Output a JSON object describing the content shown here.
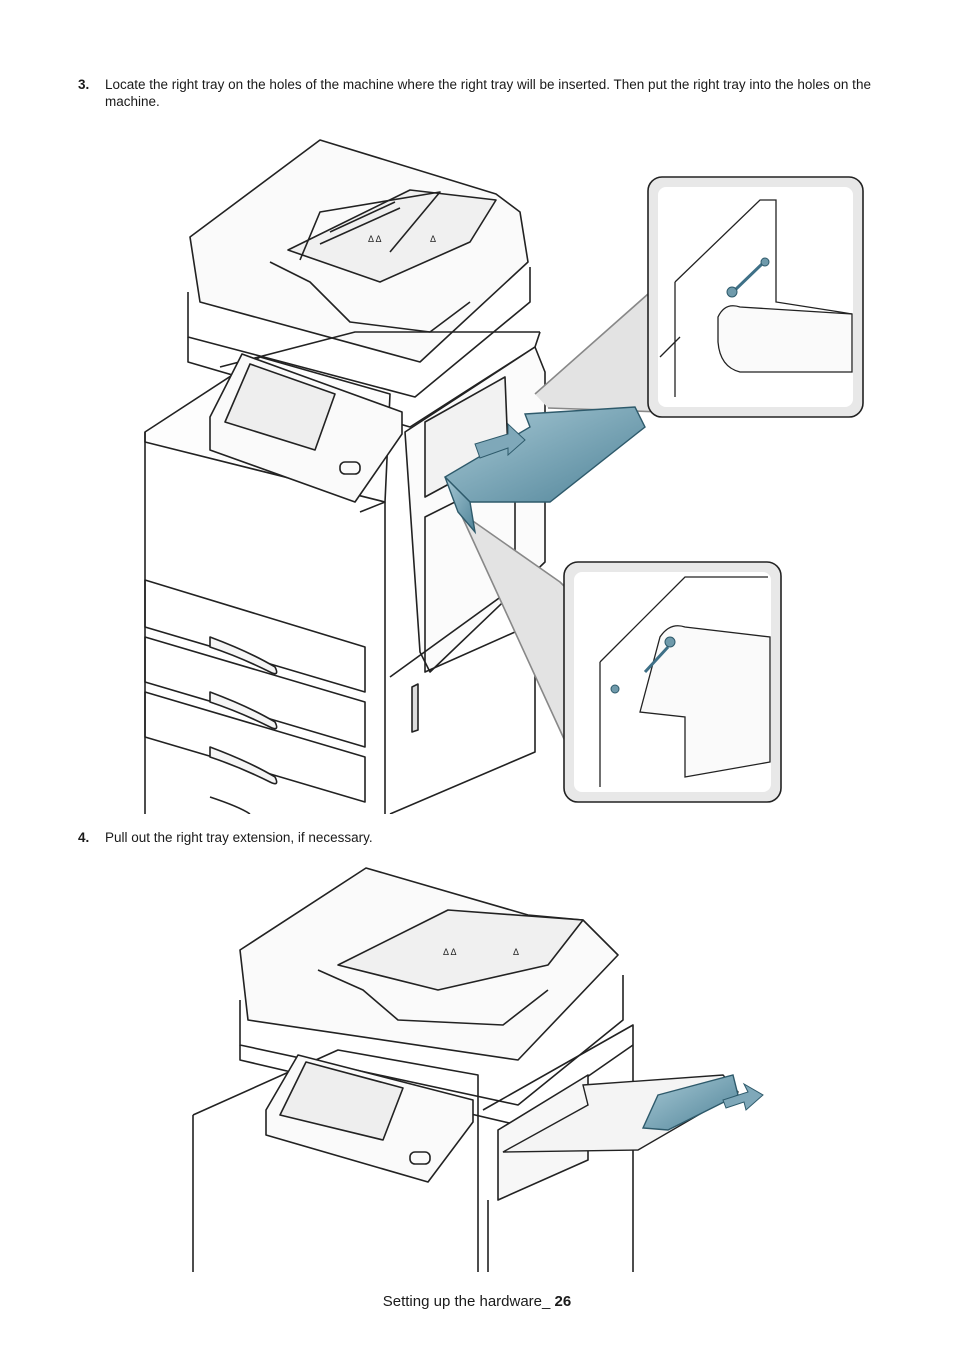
{
  "steps": [
    {
      "number": "3.",
      "text": "Locate the right tray on the holes of the machine where the right tray will be inserted. Then put the right tray into the holes on the machine."
    },
    {
      "number": "4.",
      "text": "Pull out the right tray extension, if necessary."
    }
  ],
  "footer": {
    "section": "Setting up the hardware_ ",
    "page": "26"
  },
  "colors": {
    "tray": "#5b8ea3",
    "tray_light": "#a9cad6",
    "line": "#222222",
    "callout_bg": "#ececec"
  }
}
